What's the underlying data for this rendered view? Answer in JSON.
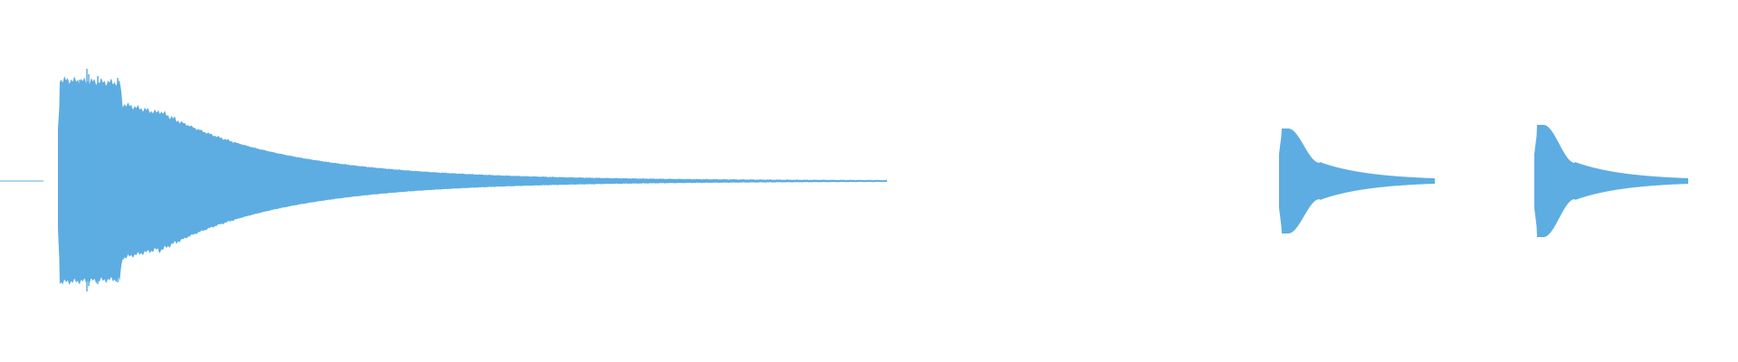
{
  "waveform": {
    "color": "#5DADE2",
    "background": "#ffffff",
    "segments": [
      {
        "id": "segment-main"
      },
      {
        "id": "segment-short-1"
      },
      {
        "id": "segment-short-2"
      }
    ]
  }
}
